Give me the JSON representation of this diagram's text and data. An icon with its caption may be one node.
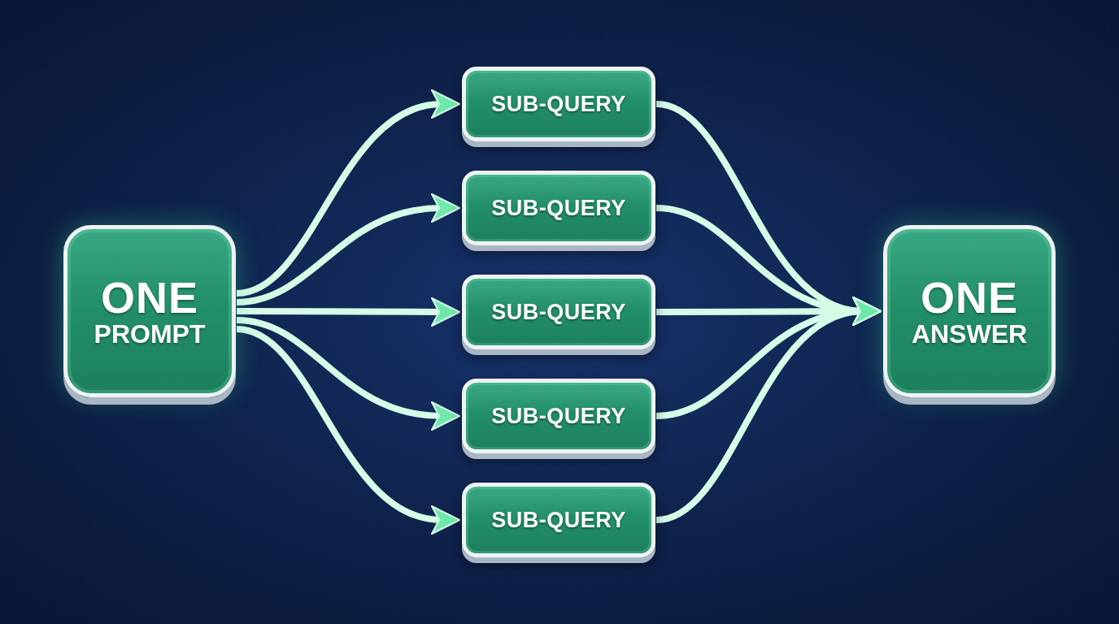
{
  "diagram": {
    "nodes": [
      {
        "text": [
          "ONE",
          "PROMPT"
        ]
      },
      {
        "text": [
          "SUB-QUERY"
        ]
      },
      {
        "text": [
          "SUB-QUERY"
        ]
      },
      {
        "text": [
          "SUB-QUERY"
        ]
      },
      {
        "text": [
          "SUB-QUERY"
        ]
      },
      {
        "text": [
          "SUB-QUERY"
        ]
      },
      {
        "text": [
          "ONE",
          "ANSWER"
        ]
      }
    ],
    "edges": [
      {
        "from": 0,
        "to": 1,
        "arrow": "to"
      },
      {
        "from": 0,
        "to": 2,
        "arrow": "to"
      },
      {
        "from": 0,
        "to": 3,
        "arrow": "to"
      },
      {
        "from": 0,
        "to": 4,
        "arrow": "to"
      },
      {
        "from": 0,
        "to": 5,
        "arrow": "to"
      },
      {
        "from": 1,
        "to": 6,
        "arrow": "to"
      },
      {
        "from": 2,
        "to": 6,
        "arrow": "to"
      },
      {
        "from": 3,
        "to": 6,
        "arrow": "to"
      },
      {
        "from": 4,
        "to": 6,
        "arrow": "to"
      },
      {
        "from": 5,
        "to": 6,
        "arrow": "to"
      }
    ]
  }
}
